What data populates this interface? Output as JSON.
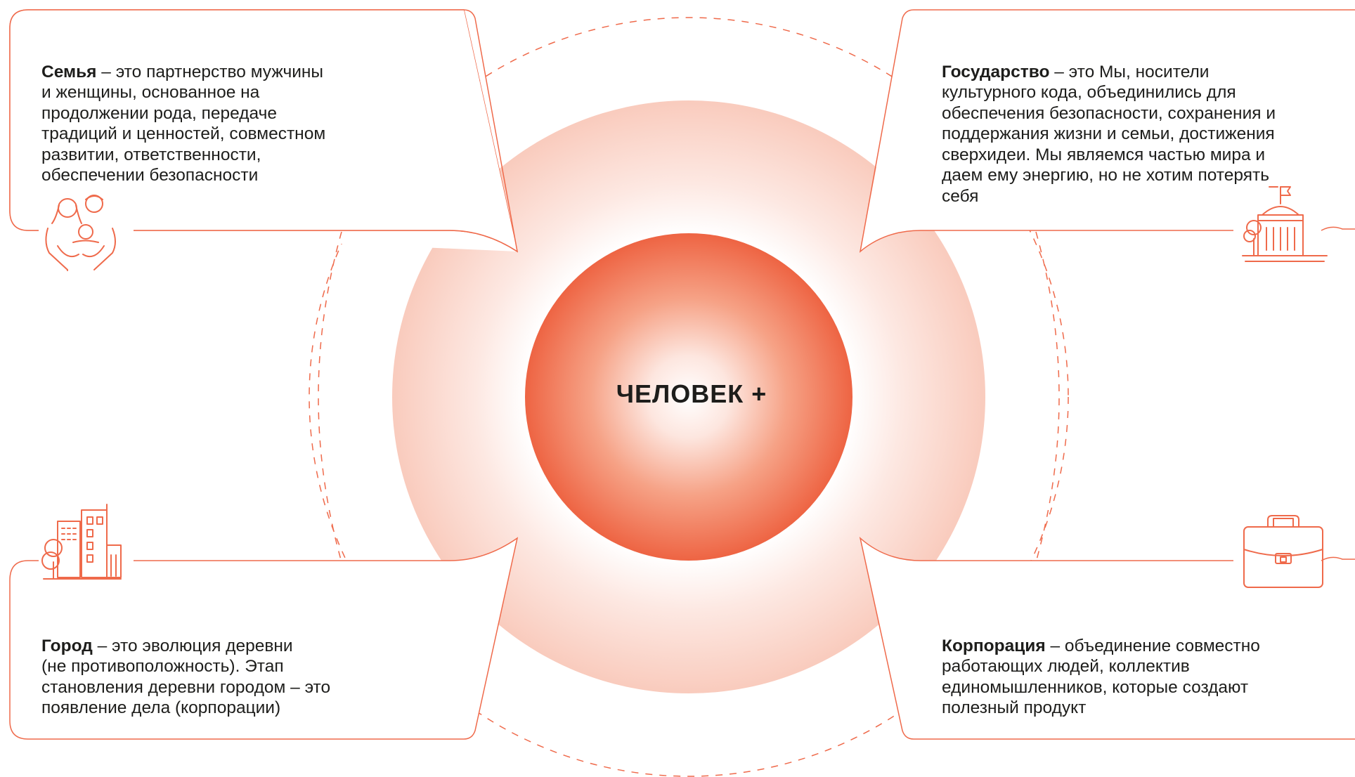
{
  "center": {
    "title": "ЧЕЛОВЕК +"
  },
  "blocks": [
    {
      "id": "family",
      "title": "Семья",
      "text": " – это партнерство мужчины\nи женщины, основанное на\nпродолжении рода, передаче\nтрадиций и ценностей, совместном\nразвитии, ответственности,\nобеспечении безопасности",
      "icon": "family-icon"
    },
    {
      "id": "state",
      "title": "Государство",
      "text": " – это Мы, носители\nкультурного кода, объединились для\nобеспечения безопасности, сохранения и\nподдержания жизни и семьи, достижения\nсверхидеи. Мы являемся частью мира и\nдаем ему энергию, но не хотим потерять\nсебя",
      "icon": "government-building-icon"
    },
    {
      "id": "city",
      "title": "Город",
      "text": " – это эволюция деревни\n(не противоположность). Этап\nстановления деревни городом – это\nпоявление дела (корпорации)",
      "icon": "city-buildings-icon"
    },
    {
      "id": "corporation",
      "title": "Корпорация",
      "text": " – объединение совместно\nработающих людей, коллектив\nединомышленников, которые создают\nполезный продукт",
      "icon": "briefcase-icon"
    }
  ],
  "colors": {
    "accent": "#ef6a4b",
    "glow": "#fbd9cf",
    "text": "#1d1d1b"
  }
}
